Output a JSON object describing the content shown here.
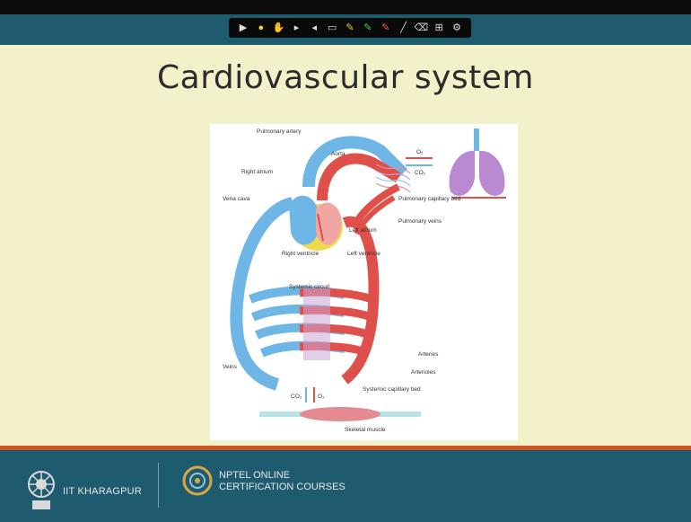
{
  "slide": {
    "title": "Cardiovascular system"
  },
  "toolbar": {
    "tools": [
      {
        "icon": "pointer-arrow-icon"
      },
      {
        "icon": "laser-pointer-icon"
      },
      {
        "icon": "hand-icon"
      },
      {
        "icon": "forward-icon"
      },
      {
        "icon": "back-icon"
      },
      {
        "icon": "screen-icon"
      },
      {
        "icon": "pen-icon"
      },
      {
        "icon": "highlighter-green-icon"
      },
      {
        "icon": "highlighter-pink-icon"
      },
      {
        "icon": "line-icon"
      },
      {
        "icon": "eraser-icon"
      },
      {
        "icon": "grid-icon"
      },
      {
        "icon": "settings-icon"
      }
    ]
  },
  "figure": {
    "labels": {
      "pulmonary_artery": "Pulmonary artery",
      "right_atrium": "Right atrium",
      "aorta": "Aorta",
      "vena_cava": "Vena cava",
      "pulmonary_capillary_bed": "Pulmonary capillary bed",
      "pulmonary_veins": "Pulmonary veins",
      "left_atrium": "Left atrium",
      "right_ventricle": "Right ventricle",
      "left_ventricle": "Left ventricle",
      "systemic_circuit": "Systemic circuit",
      "arteries": "Arteries",
      "arterioles": "Arterioles",
      "veins": "Veins",
      "systemic_capillary_bed": "Systemic capillary bed",
      "skeletal_muscle": "Skeletal muscle",
      "o2": "O₂",
      "co2": "CO₂"
    }
  },
  "footer": {
    "institute": "IIT KHARAGPUR",
    "nptel_line1": "NPTEL ONLINE",
    "nptel_line2": "CERTIFICATION COURSES"
  },
  "colors": {
    "slide_bg": "#f3f1c9",
    "band": "#1f5b6e",
    "accent_line": "#d2521f",
    "artery_red": "#e0504a",
    "vein_blue": "#6db6e6"
  }
}
